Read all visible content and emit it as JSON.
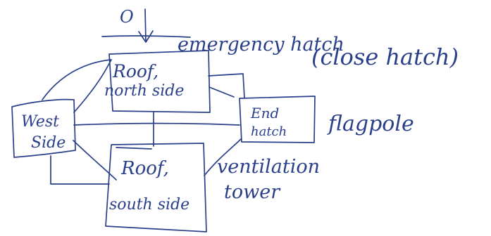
{
  "ink_color": "#2a3f8a",
  "boxes": {
    "roof_north": [
      "Roof,",
      "north side"
    ],
    "west_side": [
      "West",
      "Side"
    ],
    "roof_south": [
      "Roof,",
      "south side"
    ],
    "end_hatch": [
      "End",
      "hatch"
    ]
  },
  "labels": {
    "top_mark": "O",
    "emergency_hatch": "emergency hatch",
    "close_hatch": "(close hatch)",
    "flag_pole": "flagpole",
    "ventilation_line1": "ventilation",
    "ventilation_line2": "tower"
  }
}
